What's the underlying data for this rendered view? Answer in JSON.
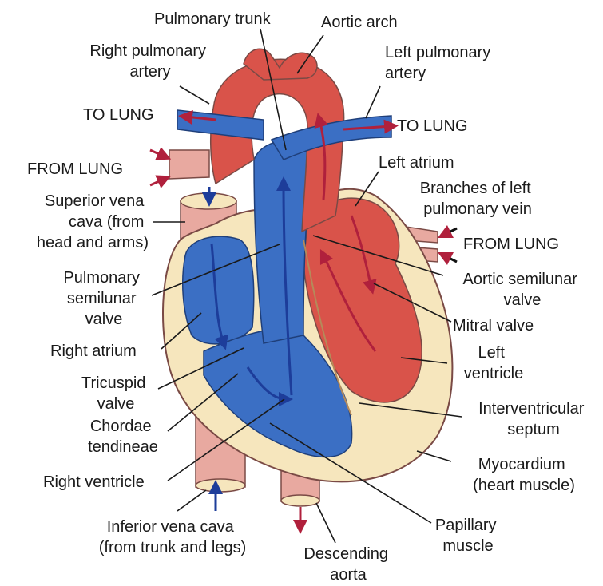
{
  "labels": {
    "pulmonary_trunk": "Pulmonary trunk",
    "aortic_arch": "Aortic arch",
    "right_pulmonary_artery": [
      "Right pulmonary",
      "artery"
    ],
    "left_pulmonary_artery": [
      "Left pulmonary",
      "artery"
    ],
    "to_lung_left": "TO LUNG",
    "to_lung_right": "TO LUNG",
    "from_lung_left": "FROM LUNG",
    "from_lung_right": "FROM LUNG",
    "left_atrium": "Left atrium",
    "branches_left_pulmonary_vein": [
      "Branches of left",
      "pulmonary vein"
    ],
    "superior_vena_cava": [
      "Superior vena",
      "cava (from",
      "head and arms)"
    ],
    "pulmonary_semilunar_valve": [
      "Pulmonary",
      "semilunar",
      "valve"
    ],
    "aortic_semilunar_valve": [
      "Aortic semilunar",
      "valve"
    ],
    "mitral_valve": "Mitral valve",
    "right_atrium": "Right atrium",
    "tricuspid_valve": [
      "Tricuspid",
      "valve"
    ],
    "left_ventricle": [
      "Left",
      "ventricle"
    ],
    "chordae_tendineae": [
      "Chordae",
      "tendineae"
    ],
    "interventricular_septum": [
      "Interventricular",
      "septum"
    ],
    "right_ventricle": "Right ventricle",
    "myocardium": [
      "Myocardium",
      "(heart muscle)"
    ],
    "inferior_vena_cava": [
      "Inferior vena cava",
      "(from trunk and legs)"
    ],
    "papillary_muscle": [
      "Papillary",
      "muscle"
    ],
    "descending_aorta": [
      "Descending",
      "aorta"
    ]
  },
  "colors": {
    "oxygenated": "#d9534a",
    "deoxygenated": "#3b6fc4",
    "myocardium": "#f6e6bd",
    "vessel_skin": "#e8a9a0",
    "arrow_red": "#b0203c",
    "arrow_blue": "#1d3d9a",
    "label_text": "#1a1a1a"
  }
}
